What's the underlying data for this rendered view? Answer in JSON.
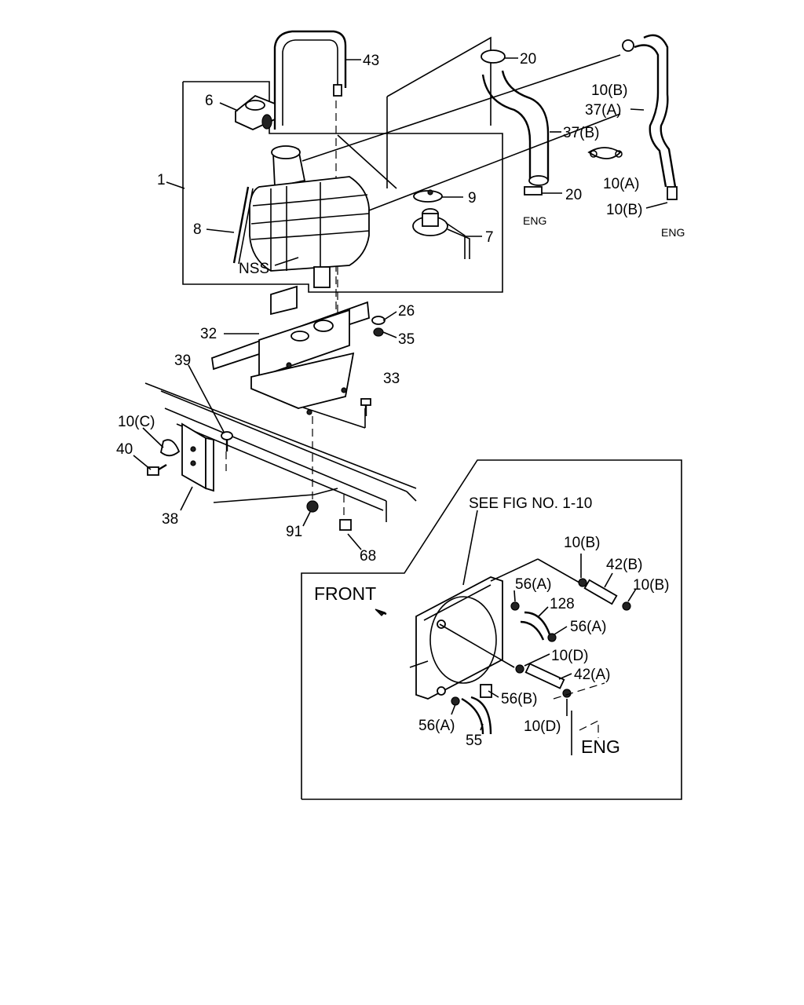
{
  "labels": {
    "p43": "43",
    "p20a": "20",
    "p10b_top": "10(B)",
    "p37a": "37(A)",
    "p37b": "37(B)",
    "p6": "6",
    "p1": "1",
    "p9": "9",
    "p10a": "10(A)",
    "p20b": "20",
    "eng1": "ENG",
    "p10b_mid": "10(B)",
    "eng2": "ENG",
    "p8": "8",
    "p7": "7",
    "nss": "NSS",
    "p26": "26",
    "p32": "32",
    "p35": "35",
    "p39": "39",
    "p33": "33",
    "p10c": "10(C)",
    "p40": "40",
    "p38": "38",
    "p91": "91",
    "p68": "68",
    "see_fig": "SEE FIG NO. 1-10",
    "p10b_r1": "10(B)",
    "front": "FRONT",
    "p56a_1": "56(A)",
    "p42b": "42(B)",
    "p10b_r2": "10(B)",
    "p128": "128",
    "p56a_2": "56(A)",
    "p10d_1": "10(D)",
    "p42a": "42(A)",
    "p56b": "56(B)",
    "p56a_3": "56(A)",
    "p10d_2": "10(D)",
    "p55": "55",
    "eng3": "ENG"
  }
}
